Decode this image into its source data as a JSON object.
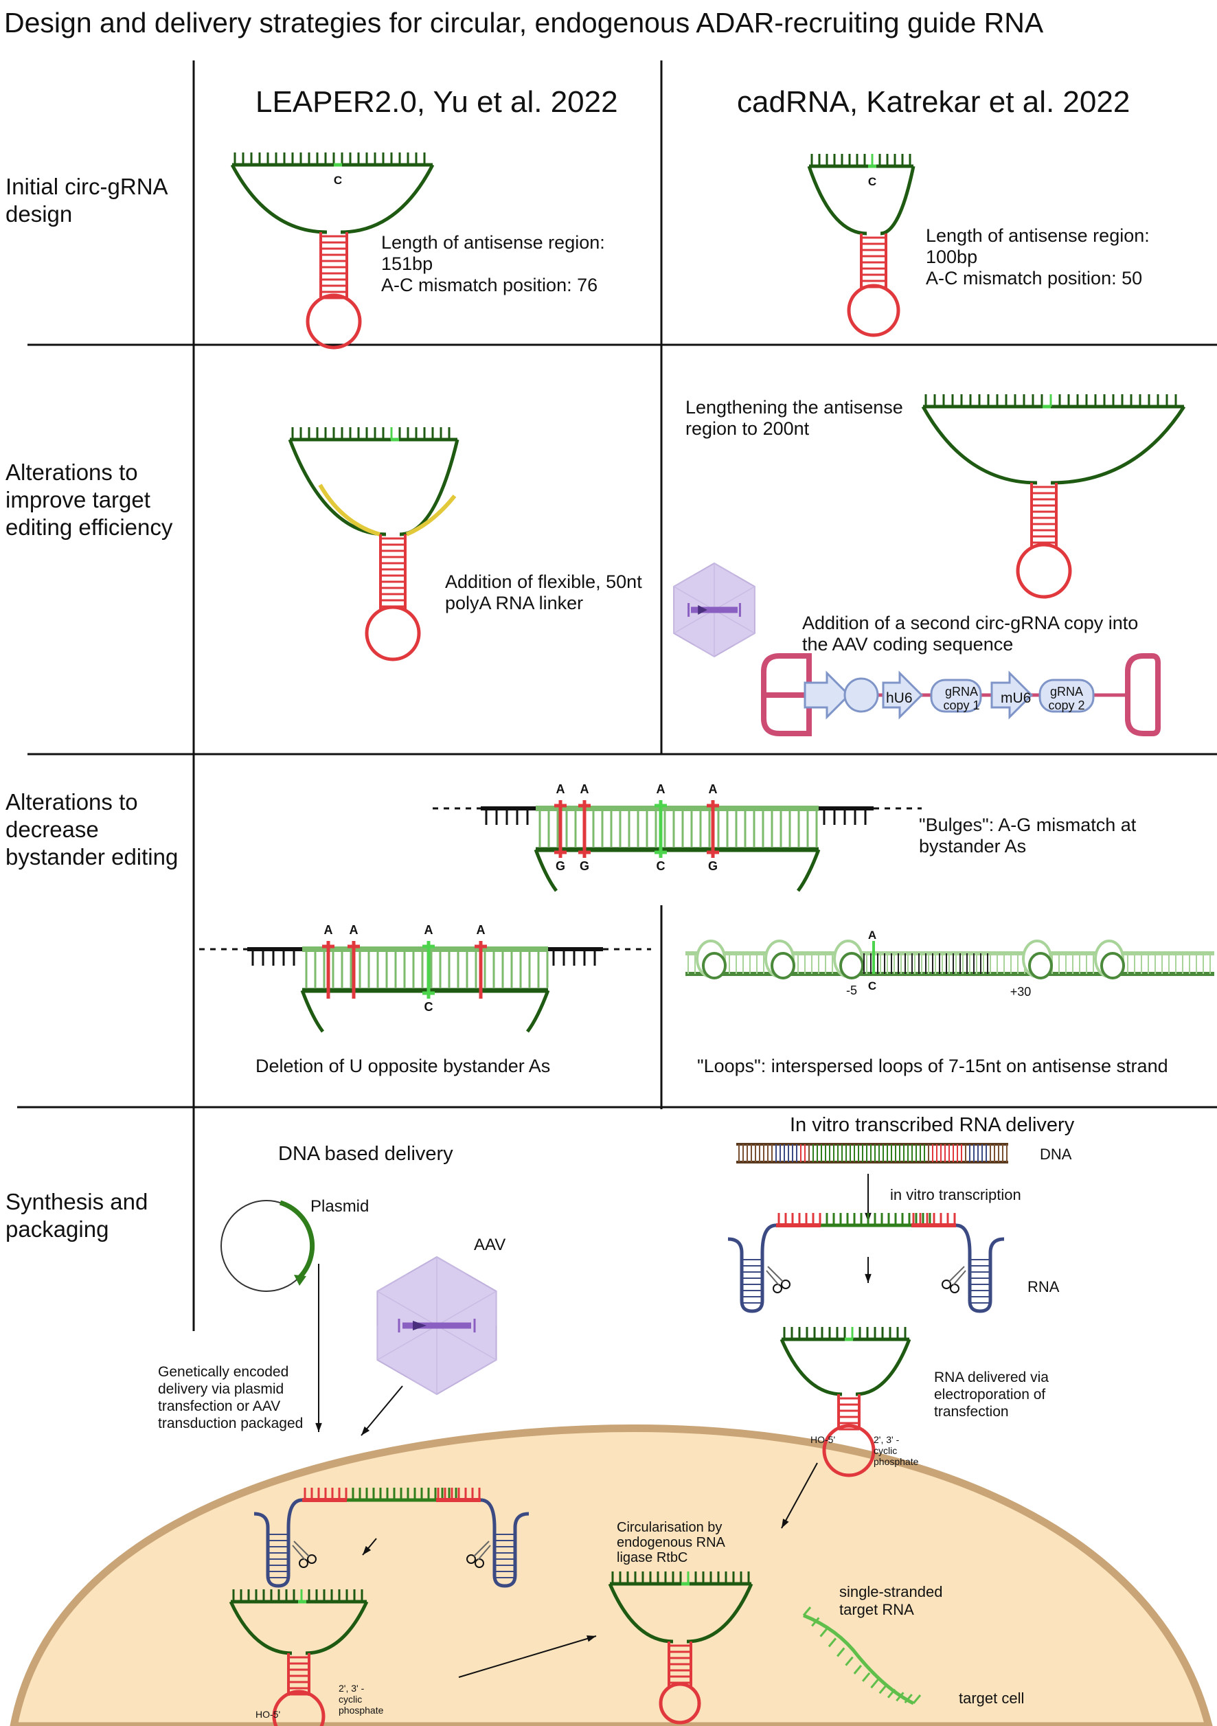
{
  "title": "Design and delivery strategies for circular, endogenous ADAR-recruiting guide RNA",
  "columns": {
    "left": "LEAPER2.0, Yu et al. 2022",
    "right": "cadRNA, Katrekar et al. 2022"
  },
  "rows": {
    "initial": "Initial circ-gRNA design",
    "efficiency": "Alterations to improve target editing efficiency",
    "bystander": "Alterations to decrease bystander editing",
    "synthesis": "Synthesis and packaging"
  },
  "initial": {
    "left_note": "Length of antisense region: 151bp\nA-C mismatch position: 76",
    "right_note": "Length of antisense region: 100bp\nA-C mismatch position: 50"
  },
  "efficiency": {
    "left_note": "Addition of flexible, 50nt polyA RNA linker",
    "right_top_note": "Lengthening the antisense region to 200nt",
    "right_bottom_note": "Addition of a second circ-gRNA copy into the AAV coding sequence",
    "construct": [
      "hU6",
      "gRNA copy 1",
      "mU6",
      "gRNA copy 2"
    ]
  },
  "bystander": {
    "bulges_note": "\"Bulges\": A-G mismatch at bystander As",
    "deletion_note": "Deletion of U opposite bystander As",
    "loops_note": "\"Loops\": interspersed loops of 7-15nt on antisense strand",
    "top_bases": [
      "A",
      "A",
      "A",
      "A"
    ],
    "bottom_bases": [
      "G",
      "G",
      "C",
      "G"
    ],
    "loop_bases": [
      "A",
      "C"
    ],
    "loop_positions": [
      "-5",
      "+30"
    ]
  },
  "bases": {
    "mismatch": "C"
  },
  "synthesis": {
    "dna_heading": "DNA based delivery",
    "plasmid": "Plasmid",
    "aav": "AAV",
    "genetic_note": "Genetically encoded delivery via plasmid transfection or AAV transduction packaged",
    "ivt_heading": "In vitro transcribed RNA delivery",
    "dna_label": "DNA",
    "ivt_step": "in vitro transcription",
    "rna_label": "RNA",
    "delivered_note": "RNA delivered via electroporation of transfection",
    "ho5": "HO-5'",
    "cyclic": "2', 3' - cyclic phosphate",
    "circularisation": "Circularisation by endogenous RNA ligase RtbC",
    "target_rna": "single-stranded target RNA",
    "target_cell": "target cell"
  },
  "colors": {
    "dark_green": "#1f5a12",
    "green": "#2f7d1b",
    "light_green": "#7dbb6c",
    "pale_green": "#a8d49a",
    "highlight": "#4cd44c",
    "red": "#e0383c",
    "yellow": "#e2c93a",
    "navy": "#3b4a82",
    "purple": "#8a5fc2",
    "aav": "#d9cdef",
    "cell": "#fae3bd",
    "membrane": "#c9a476",
    "construct_pink": "#cc4c74",
    "construct_blue": "#b7c6ea"
  },
  "icons": [
    "scissors-icon",
    "arrow-icon",
    "aav-capsid-icon",
    "plasmid-icon"
  ]
}
